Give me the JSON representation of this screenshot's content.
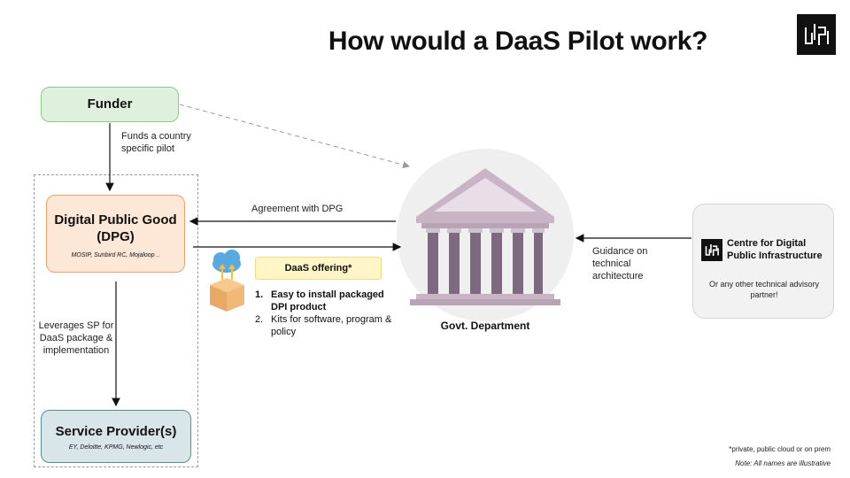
{
  "title": "How would a DaaS Pilot work?",
  "nodes": {
    "funder": "Funder",
    "dpg": {
      "title": "Digital Public Good (DPG)",
      "examples": "MOSIP, Sunbird RC, Mojaloop .."
    },
    "service_provider": {
      "title": "Service Provider(s)",
      "examples": "EY, Deloitte, KPMG, Newlogic,  etc"
    },
    "govt": "Govt. Department",
    "cdpi": {
      "name": "Centre for Digital Public Infrastructure",
      "note": "Or any other technical advisory partner!"
    }
  },
  "edges": {
    "funds": "Funds a country specific pilot",
    "agreement": "Agreement with  DPG",
    "leverages": "Leverages SP for DaaS package & implementation",
    "guidance": "Guidance on technical architecture"
  },
  "offering": {
    "title": "DaaS offering*",
    "items": [
      {
        "num": "1.",
        "text": "Easy to install packaged DPI product"
      },
      {
        "num": "2.",
        "text": "Kits for software, program & policy"
      }
    ]
  },
  "footnotes": {
    "deploy": "*private, public cloud or on prem",
    "illustrative": "Note: All names are illustrative"
  }
}
